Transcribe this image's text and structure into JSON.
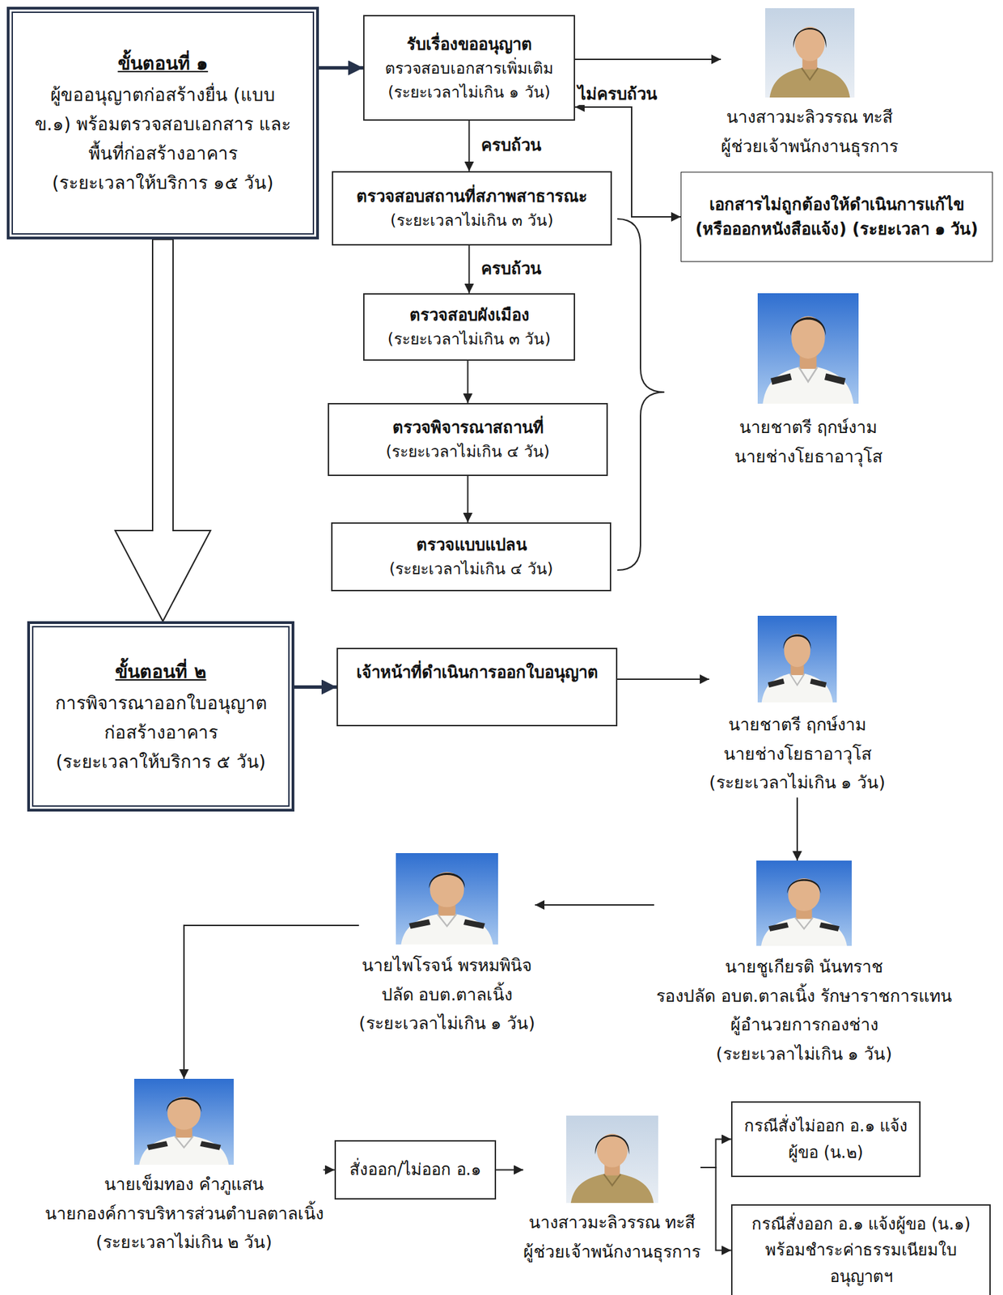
{
  "diagram": {
    "nodes": [
      {
        "text": [
          "ขั้นตอนที่ ๑",
          "ผู้ขออนุญาตก่อสร้างยื่น (แบบ ข.๑) พร้อมตรวจสอบเอกสาร และพื้นที่ก่อสร้างอาคาร",
          "(ระยะเวลาให้บริการ ๑๕ วัน)"
        ]
      },
      {
        "text": [
          "รับเรื่องขออนุญาต",
          "ตรวจสอบเอกสารเพิ่มเติม",
          "(ระยะเวลาไม่เกิน ๑ วัน)"
        ]
      },
      {
        "text": [
          "นางสาวมะลิวรรณ ทะสี",
          "ผู้ช่วยเจ้าพนักงานธุรการ"
        ]
      },
      {
        "text": [
          "ตรวจสอบสถานที่สภาพสาธารณะ",
          "(ระยะเวลาไม่เกิน ๓ วัน)"
        ]
      },
      {
        "text": [
          "เอกสารไม่ถูกต้องให้ดำเนินการแก้ไข (หรือออกหนังสือแจ้ง) (ระยะเวลา ๑ วัน)"
        ]
      },
      {
        "text": [
          "ตรวจสอบผังเมือง",
          "(ระยะเวลาไม่เกิน ๓ วัน)"
        ]
      },
      {
        "text": [
          "นายชาตรี ฤกษ์งาม",
          "นายช่างโยธาอาวุโส"
        ]
      },
      {
        "text": [
          "ตรวจพิจารณาสถานที่",
          "(ระยะเวลาไม่เกิน ๔ วัน)"
        ]
      },
      {
        "text": [
          "ตรวจแบบแปลน",
          "(ระยะเวลาไม่เกิน ๔ วัน)"
        ]
      },
      {
        "text": [
          "ขั้นตอนที่ ๒",
          "การพิจารณาออกใบอนุญาต ก่อสร้างอาคาร",
          "(ระยะเวลาให้บริการ ๕ วัน)"
        ]
      },
      {
        "text": [
          "เจ้าหน้าที่ดำเนินการออกใบอนุญาต"
        ]
      },
      {
        "text": [
          "นายชาตรี ฤกษ์งาม",
          "นายช่างโยธาอาวุโส",
          "(ระยะเวลาไม่เกิน ๑ วัน)"
        ]
      },
      {
        "text": [
          "นายชูเกียรติ นันทราช",
          "รองปลัด อบต.ตาลเนิ้ง รักษาราชการแทน ผู้อำนวยการกองช่าง",
          "(ระยะเวลาไม่เกิน ๑ วัน)"
        ]
      },
      {
        "text": [
          "นายไพโรจน์ พรหมพินิจ",
          "ปลัด อบต.ตาลเนิ้ง",
          "(ระยะเวลาไม่เกิน ๑ วัน)"
        ]
      },
      {
        "text": [
          "นายเข็มทอง คำภูแสน",
          "นายกองค์การบริหารส่วนตำบลตาลเนิ้ง",
          "(ระยะเวลาไม่เกิน ๒ วัน)"
        ]
      },
      {
        "text": [
          "สั่งออก/ไม่ออก อ.๑"
        ]
      },
      {
        "text": [
          "นางสาวมะลิวรรณ ทะสี",
          "ผู้ช่วยเจ้าพนักงานธุรการ"
        ]
      },
      {
        "text": [
          "กรณีสั่งไม่ออก อ.๑ แจ้งผู้ขอ (น.๒)"
        ]
      },
      {
        "text": [
          "กรณีสั่งออก อ.๑ แจ้งผู้ขอ (น.๑) พร้อมชำระค่าธรรมเนียมใบอนุญาตฯ"
        ]
      }
    ],
    "edges": [
      {
        "from": 0,
        "to": 1,
        "arrow": "to"
      },
      {
        "from": 1,
        "to": 2,
        "arrow": "to"
      },
      {
        "from": 1,
        "to": 3,
        "label": "ครบถ้วน",
        "arrow": "to"
      },
      {
        "from": 1,
        "to": 4,
        "label": "ไม่ครบถ้วน",
        "arrow": "both"
      },
      {
        "from": 3,
        "to": 5,
        "label": "ครบถ้วน",
        "arrow": "to"
      },
      {
        "from": 5,
        "to": 7,
        "arrow": "to"
      },
      {
        "from": 7,
        "to": 8,
        "arrow": "to"
      },
      {
        "from": 0,
        "to": 9,
        "arrow": "to"
      },
      {
        "from": 9,
        "to": 10,
        "arrow": "to"
      },
      {
        "from": 10,
        "to": 11,
        "arrow": "to"
      },
      {
        "from": 11,
        "to": 12,
        "arrow": "to"
      },
      {
        "from": 12,
        "to": 13,
        "arrow": "to"
      },
      {
        "from": 13,
        "to": 14,
        "arrow": "to"
      },
      {
        "from": 14,
        "to": 15,
        "arrow": "to"
      },
      {
        "from": 15,
        "to": 16,
        "arrow": "to"
      },
      {
        "from": 16,
        "to": 17,
        "arrow": "to"
      },
      {
        "from": 16,
        "to": 18,
        "arrow": "to"
      }
    ]
  }
}
